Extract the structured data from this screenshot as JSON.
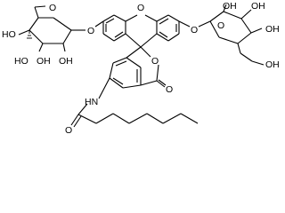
{
  "atoms": {
    "ho": "HO",
    "oh": "OH",
    "o": "O",
    "hn": "HN"
  }
}
